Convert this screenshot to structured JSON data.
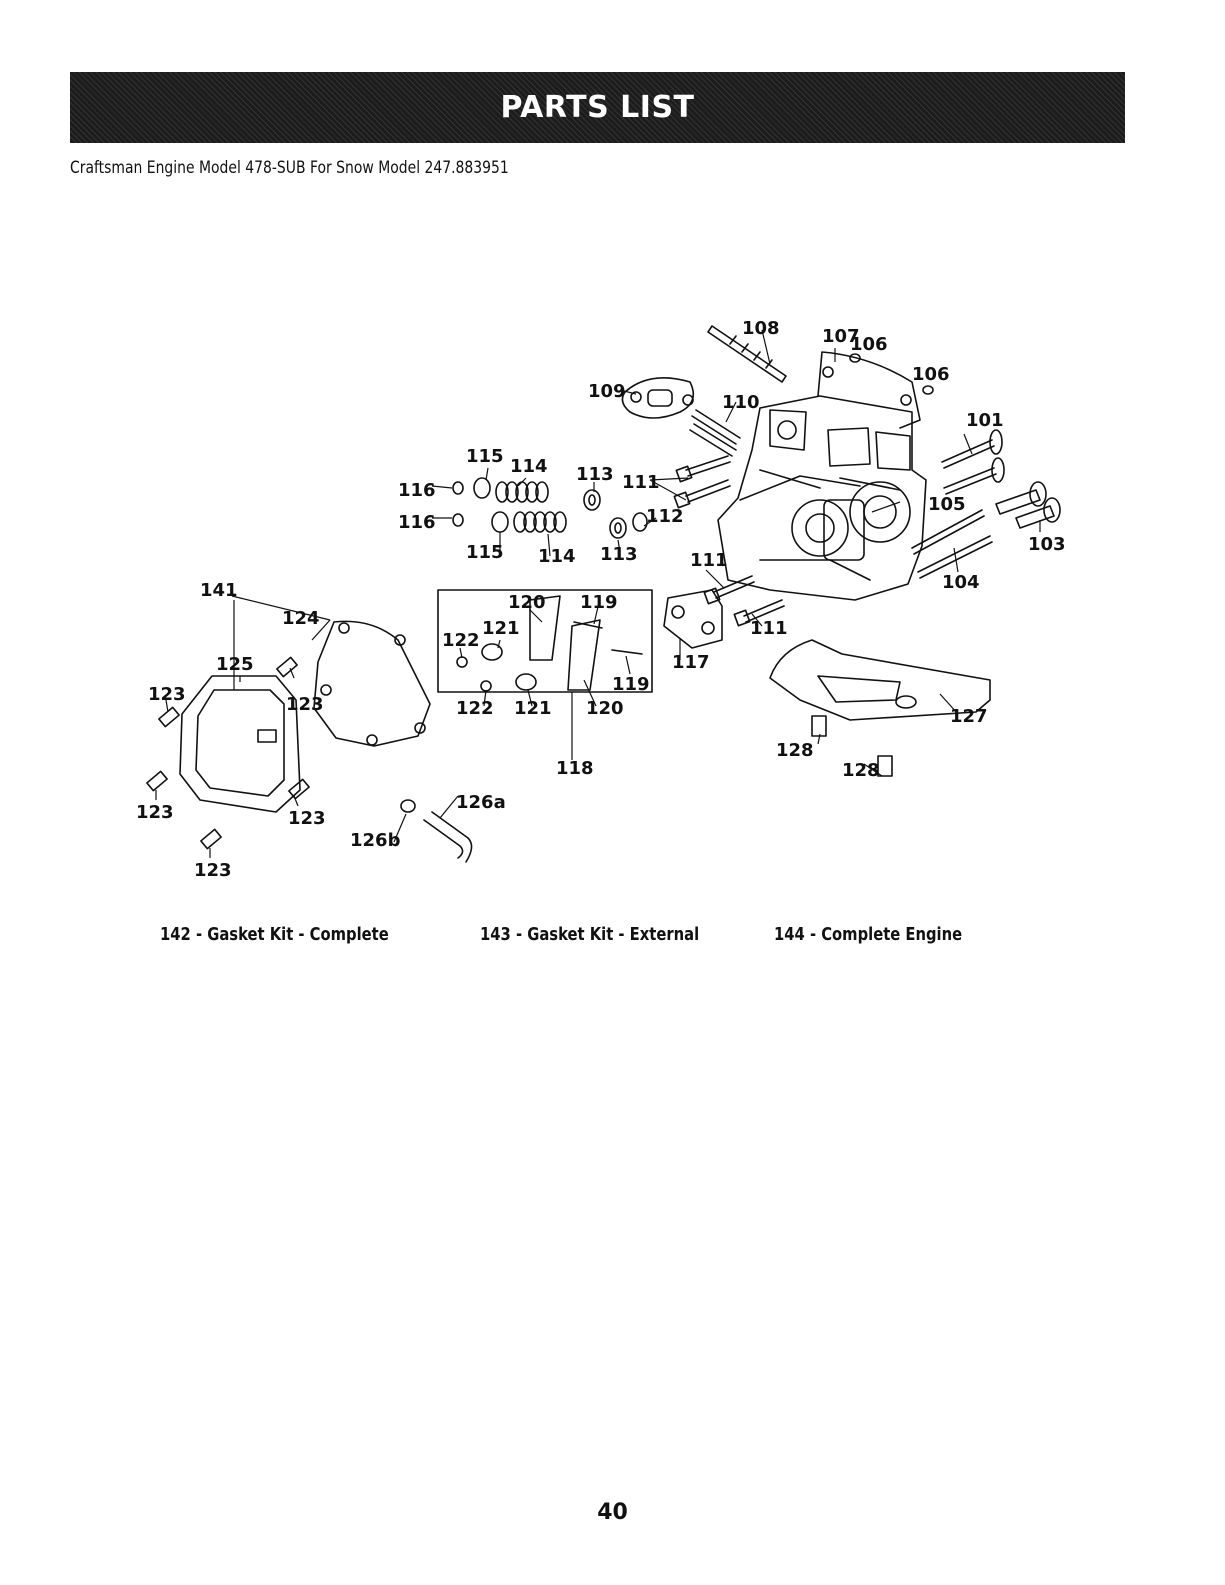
{
  "banner": {
    "title": "PARTS LIST"
  },
  "subtitle": "Craftsman Engine Model 478-SUB For Snow Model 247.883951",
  "callouts": {
    "c101": "101",
    "c103": "103",
    "c104": "104",
    "c105": "105",
    "c106a": "106",
    "c106b": "106",
    "c107": "107",
    "c108": "108",
    "c109": "109",
    "c110": "110",
    "c111a": "111",
    "c111b": "111",
    "c111c": "111",
    "c112": "112",
    "c113a": "113",
    "c113b": "113",
    "c114a": "114",
    "c114b": "114",
    "c115a": "115",
    "c115b": "115",
    "c116a": "116",
    "c116b": "116",
    "c117": "117",
    "c118": "118",
    "c119a": "119",
    "c119b": "119",
    "c120a": "120",
    "c120b": "120",
    "c121a": "121",
    "c121b": "121",
    "c122a": "122",
    "c122b": "122",
    "c123a": "123",
    "c123b": "123",
    "c123c": "123",
    "c123d": "123",
    "c123e": "123",
    "c124": "124",
    "c125": "125",
    "c126a": "126a",
    "c126b": "126b",
    "c127": "127",
    "c128a": "128",
    "c128b": "128",
    "c141": "141"
  },
  "kits": [
    "142 - Gasket Kit - Complete",
    "143 - Gasket Kit - External",
    "144 - Complete Engine"
  ],
  "page_number": "40"
}
